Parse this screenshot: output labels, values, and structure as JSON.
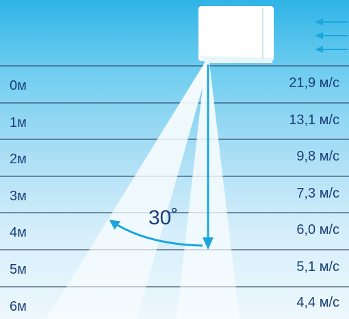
{
  "colors": {
    "text": "#1b3f7a",
    "accent": "#1aa6dd",
    "line": "#2c3e5e",
    "beam": "#ffffff"
  },
  "icons": [
    "air-conditioner-unit-icon",
    "airflow-arrows-icon",
    "angle-arc-arrow-icon",
    "vertical-arrow-icon"
  ],
  "angle_label": "30˚",
  "distance_rows": [
    {
      "distance": "0м",
      "speed": "21,9 м/с"
    },
    {
      "distance": "1м",
      "speed": "13,1 м/с"
    },
    {
      "distance": "2м",
      "speed": "9,8 м/с"
    },
    {
      "distance": "3м",
      "speed": "7,3 м/с"
    },
    {
      "distance": "4м",
      "speed": "6,0 м/с"
    },
    {
      "distance": "5м",
      "speed": "5,1 м/с"
    },
    {
      "distance": "6м",
      "speed": "4,4 м/с"
    }
  ]
}
